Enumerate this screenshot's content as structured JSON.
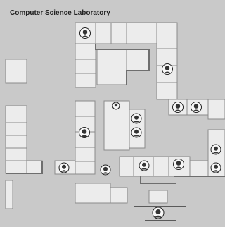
{
  "title": "Computer Science Laboratory",
  "colors": {
    "background": "#c9c9c9",
    "room": "#ececec",
    "wall": "#6e6e6e",
    "portrait_border": "#222222"
  },
  "portrait_icon": "person-portrait-icon",
  "portraits": [
    {
      "id": "p1"
    },
    {
      "id": "p2"
    },
    {
      "id": "p3"
    },
    {
      "id": "p4"
    },
    {
      "id": "p5"
    },
    {
      "id": "p6"
    },
    {
      "id": "p7"
    },
    {
      "id": "p8"
    },
    {
      "id": "p9"
    },
    {
      "id": "p10"
    },
    {
      "id": "p11"
    },
    {
      "id": "p12"
    },
    {
      "id": "p13"
    },
    {
      "id": "p14"
    },
    {
      "id": "p15"
    }
  ]
}
